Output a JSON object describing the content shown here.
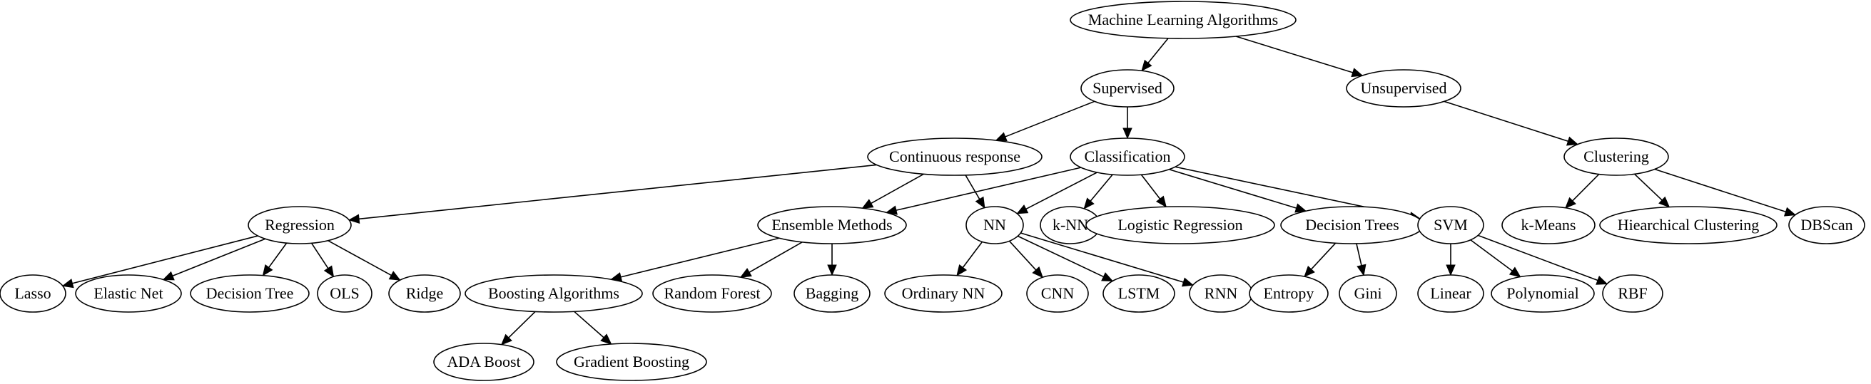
{
  "diagram": {
    "nodes": [
      {
        "id": "mla",
        "label": "Machine Learning Algorithms"
      },
      {
        "id": "sup",
        "label": "Supervised"
      },
      {
        "id": "uns",
        "label": "Unsupervised"
      },
      {
        "id": "cont",
        "label": "Continuous response"
      },
      {
        "id": "clf",
        "label": "Classification"
      },
      {
        "id": "clu",
        "label": "Clustering"
      },
      {
        "id": "reg",
        "label": "Regression"
      },
      {
        "id": "ens",
        "label": "Ensemble Methods"
      },
      {
        "id": "nn",
        "label": "NN"
      },
      {
        "id": "knn",
        "label": "k-NN"
      },
      {
        "id": "lr",
        "label": "Logistic Regression"
      },
      {
        "id": "dt",
        "label": "Decision Trees"
      },
      {
        "id": "svm",
        "label": "SVM"
      },
      {
        "id": "kmeans",
        "label": "k-Means"
      },
      {
        "id": "hc",
        "label": "Hiearchical Clustering"
      },
      {
        "id": "dbscan",
        "label": "DBScan"
      },
      {
        "id": "lasso",
        "label": "Lasso"
      },
      {
        "id": "enet",
        "label": "Elastic Net"
      },
      {
        "id": "dtree",
        "label": "Decision Tree"
      },
      {
        "id": "ols",
        "label": "OLS"
      },
      {
        "id": "ridge",
        "label": "Ridge"
      },
      {
        "id": "boost",
        "label": "Boosting Algorithms"
      },
      {
        "id": "rf",
        "label": "Random Forest"
      },
      {
        "id": "bag",
        "label": "Bagging"
      },
      {
        "id": "onn",
        "label": "Ordinary NN"
      },
      {
        "id": "cnn",
        "label": "CNN"
      },
      {
        "id": "lstm",
        "label": "LSTM"
      },
      {
        "id": "rnn",
        "label": "RNN"
      },
      {
        "id": "ent",
        "label": "Entropy"
      },
      {
        "id": "gini",
        "label": "Gini"
      },
      {
        "id": "lin",
        "label": "Linear"
      },
      {
        "id": "poly",
        "label": "Polynomial"
      },
      {
        "id": "rbf",
        "label": "RBF"
      },
      {
        "id": "ada",
        "label": "ADA Boost"
      },
      {
        "id": "gb",
        "label": "Gradient Boosting"
      }
    ],
    "edges": [
      [
        "mla",
        "sup"
      ],
      [
        "mla",
        "uns"
      ],
      [
        "sup",
        "cont"
      ],
      [
        "sup",
        "clf"
      ],
      [
        "uns",
        "clu"
      ],
      [
        "cont",
        "reg"
      ],
      [
        "cont",
        "ens"
      ],
      [
        "cont",
        "nn"
      ],
      [
        "clf",
        "ens"
      ],
      [
        "clf",
        "nn"
      ],
      [
        "clf",
        "knn"
      ],
      [
        "clf",
        "lr"
      ],
      [
        "clf",
        "dt"
      ],
      [
        "clf",
        "svm"
      ],
      [
        "clu",
        "kmeans"
      ],
      [
        "clu",
        "hc"
      ],
      [
        "clu",
        "dbscan"
      ],
      [
        "reg",
        "lasso"
      ],
      [
        "reg",
        "enet"
      ],
      [
        "reg",
        "dtree"
      ],
      [
        "reg",
        "ols"
      ],
      [
        "reg",
        "ridge"
      ],
      [
        "ens",
        "boost"
      ],
      [
        "ens",
        "rf"
      ],
      [
        "ens",
        "bag"
      ],
      [
        "nn",
        "onn"
      ],
      [
        "nn",
        "cnn"
      ],
      [
        "nn",
        "lstm"
      ],
      [
        "nn",
        "rnn"
      ],
      [
        "dt",
        "ent"
      ],
      [
        "dt",
        "gini"
      ],
      [
        "svm",
        "lin"
      ],
      [
        "svm",
        "poly"
      ],
      [
        "svm",
        "rbf"
      ],
      [
        "boost",
        "ada"
      ],
      [
        "boost",
        "gb"
      ]
    ]
  }
}
